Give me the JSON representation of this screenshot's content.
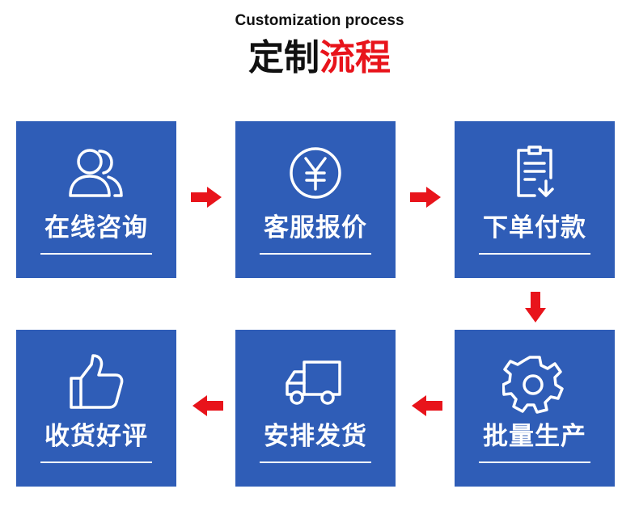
{
  "header": {
    "subtitle": "Customization process",
    "title_part1": "定制",
    "title_part2": "流程"
  },
  "steps": [
    {
      "label": "在线咨询",
      "icon": "users-icon"
    },
    {
      "label": "客服报价",
      "icon": "yen-coin-icon"
    },
    {
      "label": "下单付款",
      "icon": "clipboard-download-icon"
    },
    {
      "label": "批量生产",
      "icon": "gear-icon"
    },
    {
      "label": "安排发货",
      "icon": "delivery-truck-icon"
    },
    {
      "label": "收货好评",
      "icon": "thumbs-up-icon"
    }
  ],
  "colors": {
    "card": "#2f5db7",
    "arrow": "#e8141b",
    "title_accent": "#e8141b",
    "text_dark": "#111111"
  }
}
